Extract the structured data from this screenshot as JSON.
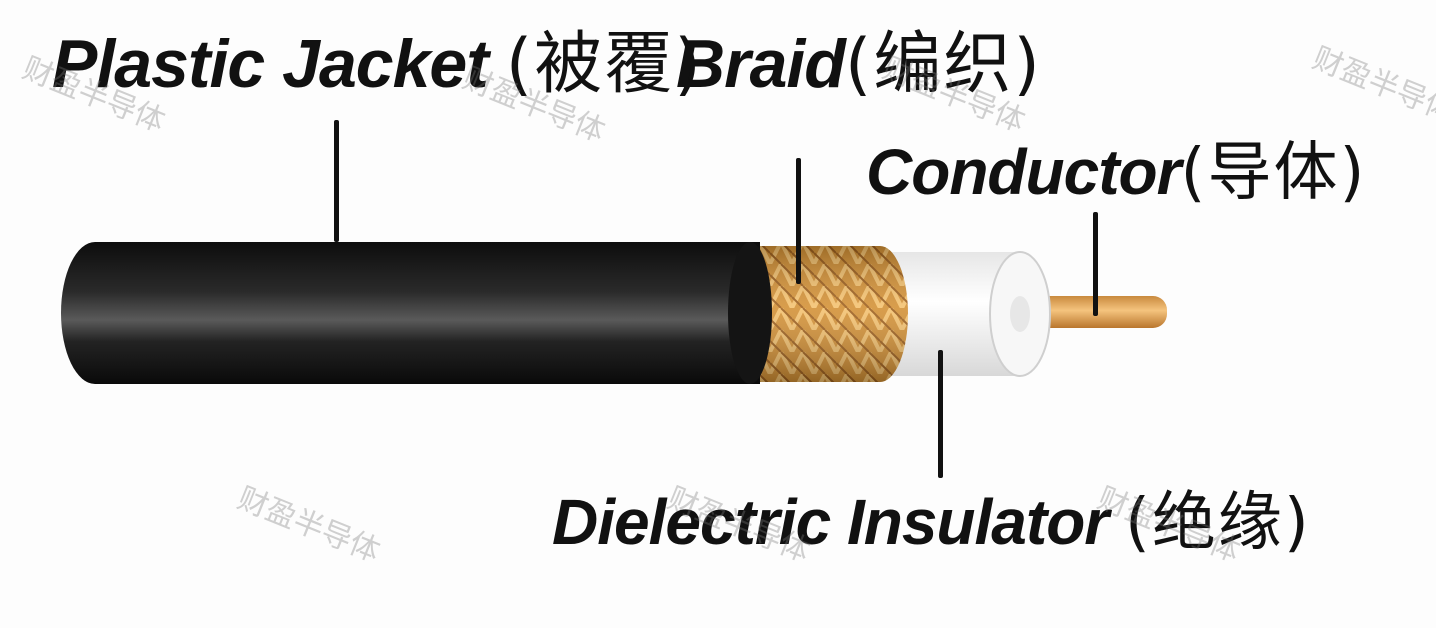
{
  "labels": {
    "plastic_jacket": {
      "text": "Plastic Jacket",
      "cjk": "(被覆)"
    },
    "braid": {
      "text": "Braid",
      "cjk": "(编织)"
    },
    "conductor": {
      "text": "Conductor",
      "cjk": "(导体)"
    },
    "dielectric_insulator": {
      "text": "Dielectric Insulator",
      "cjk": "(绝缘)"
    }
  },
  "watermark": "财盈半导体",
  "colors": {
    "jacket": "#1b1b1b",
    "braid": "#d99a3a",
    "insulator": "#f4f4f4",
    "conductor": "#e0a45a"
  }
}
